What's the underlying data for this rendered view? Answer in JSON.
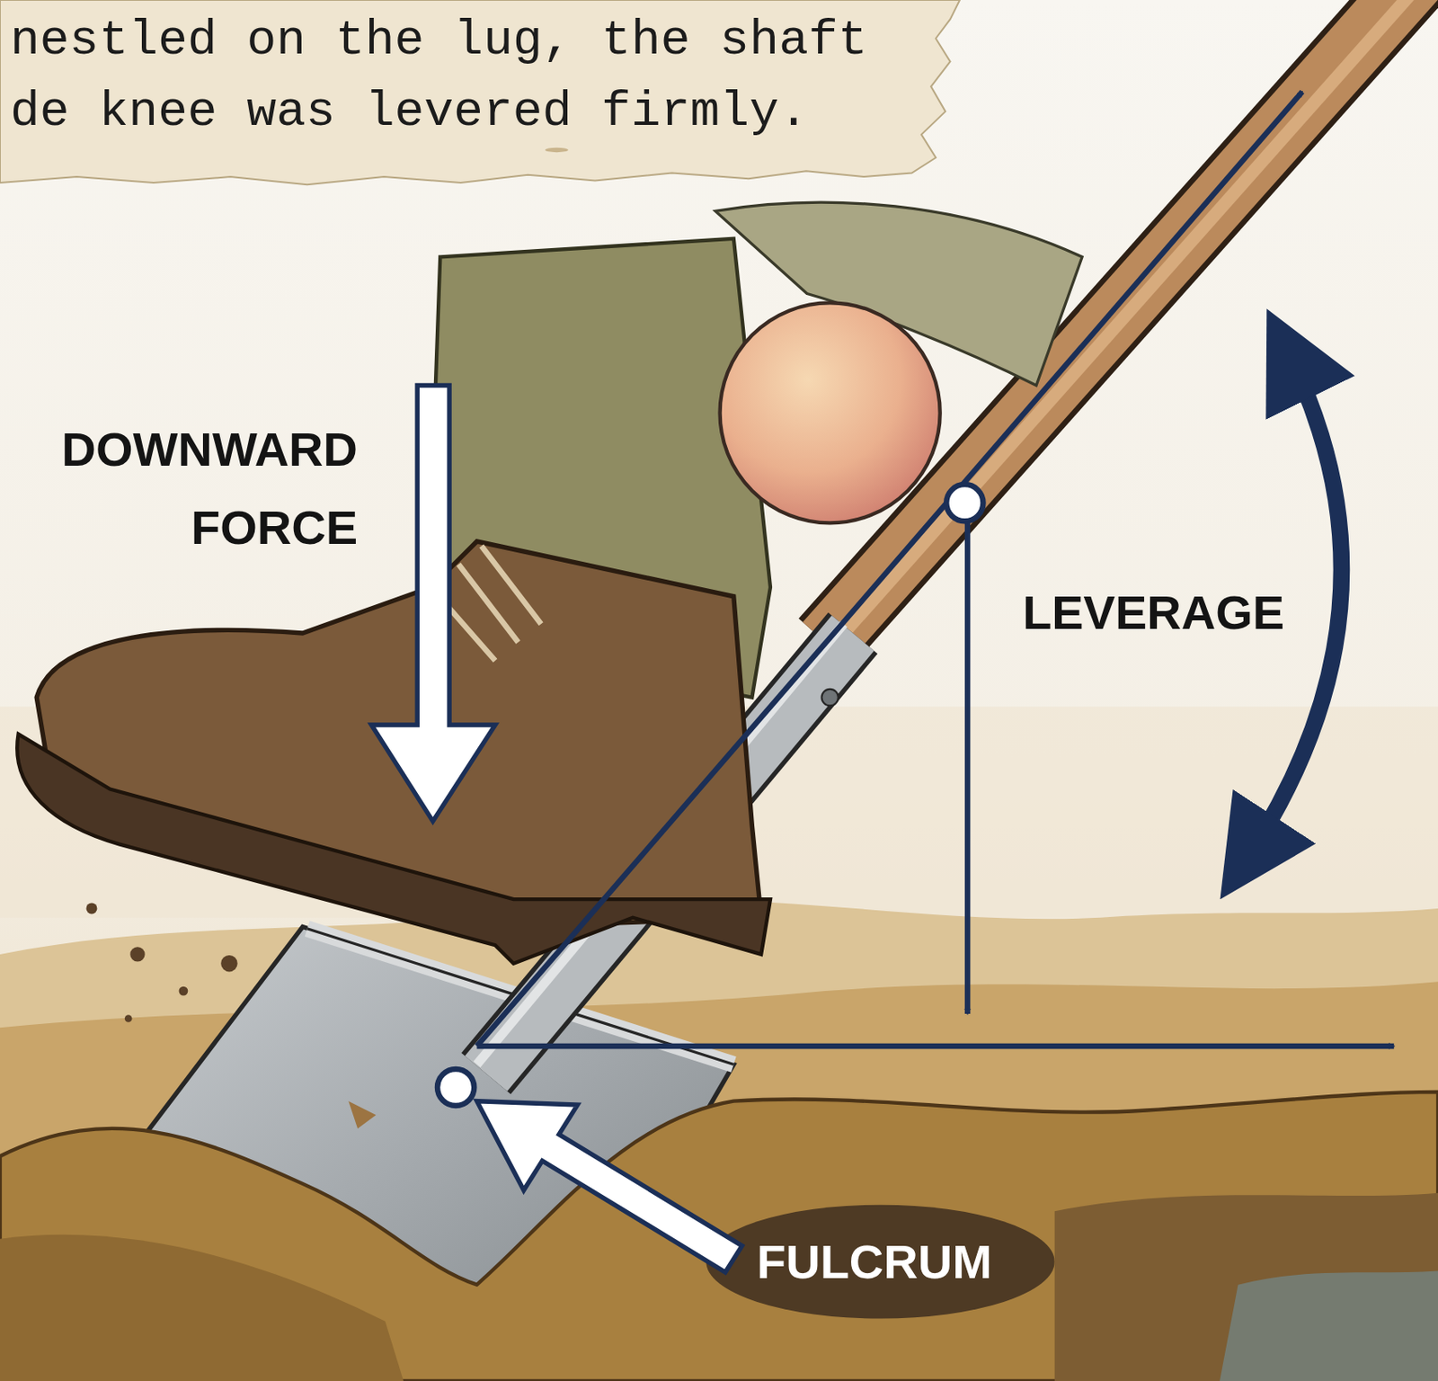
{
  "diagram": {
    "nodes": [
      {
        "text": [
          "nestled on the lug, the shaft de knee was levered firmly."
        ]
      }
    ],
    "labels": [
      "DOWNWARD FORCE",
      "LEVERAGE",
      "FULCRUM"
    ]
  }
}
